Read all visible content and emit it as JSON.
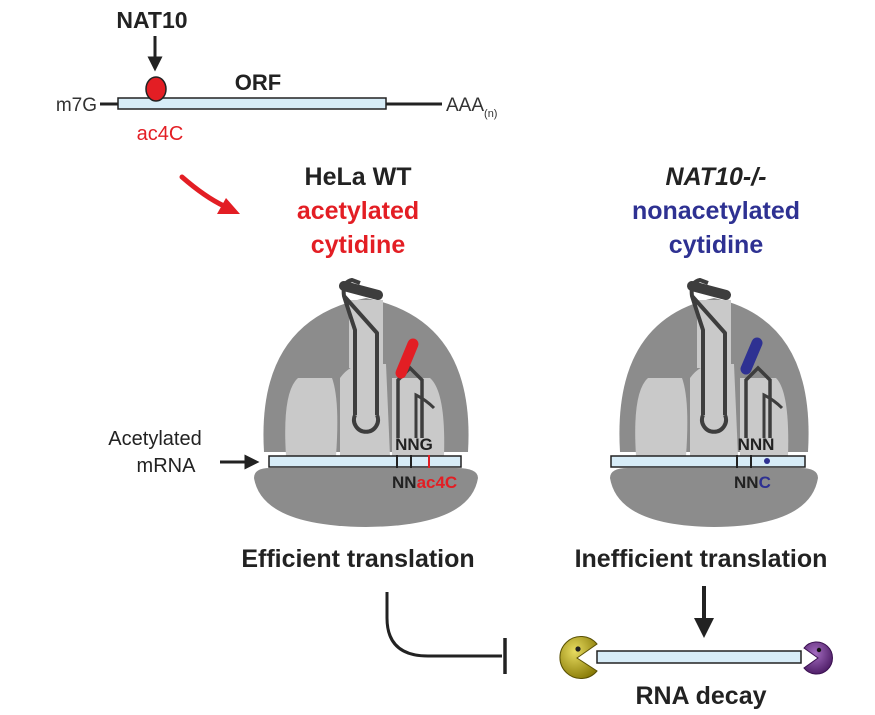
{
  "gene_schematic": {
    "enzyme": "NAT10",
    "orf": "ORF",
    "cap": "m7G",
    "polyA": "AAA",
    "polyA_sub": "(n)",
    "mark": "ac4C"
  },
  "wt_panel": {
    "condition": "HeLa WT",
    "state_line1": "acetylated",
    "state_line2": "cytidine",
    "codon_top": "NNG",
    "codon_bottom_nn": "NN",
    "codon_bottom_mod": "ac4C",
    "mrna_label_line1": "Acetylated",
    "mrna_label_line2": "mRNA",
    "outcome": "Efficient translation"
  },
  "ko_panel": {
    "condition": "NAT10-/-",
    "state_line1": "nonacetylated",
    "state_line2": "cytidine",
    "codon_top": "NNN",
    "codon_bottom_nn": "NN",
    "codon_bottom_mod": "C",
    "outcome": "Inefficient translation"
  },
  "decay_label": "RNA decay",
  "colors": {
    "acetyl_red": "#e31e24",
    "nonacetyl_blue": "#2e3192",
    "mrna_fill": "#d7ecf7",
    "ribosome_dark": "#8c8c8c",
    "ribosome_light": "#c9c9c9",
    "trna_stroke": "#3d3d3d",
    "pacman_yellow": "#b5a312",
    "pacman_purple": "#6b2d87"
  }
}
